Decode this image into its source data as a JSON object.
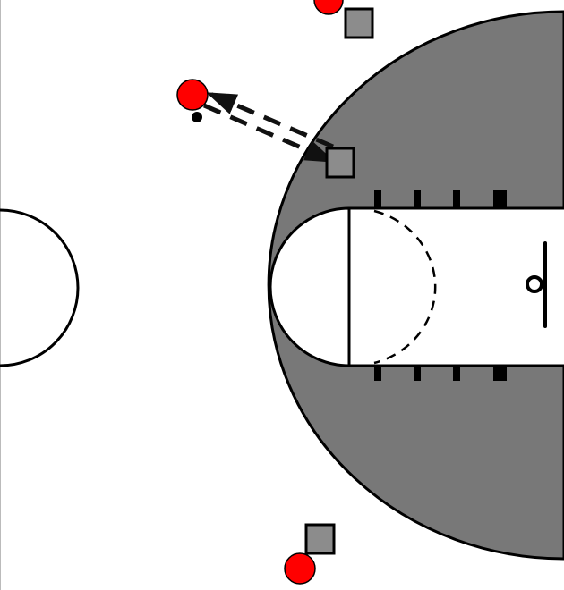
{
  "colors": {
    "background": "#ffffff",
    "key_area": "#787878",
    "line": "#000000",
    "offense_player": "#ff0000",
    "defense_player": "#8c8c8c",
    "ball": "#000000"
  },
  "legend": {
    "offense_marker": "red-circle",
    "defense_marker": "gray-square",
    "ball_marker": "black-dot",
    "pass_marker": "dashed-arrow"
  }
}
